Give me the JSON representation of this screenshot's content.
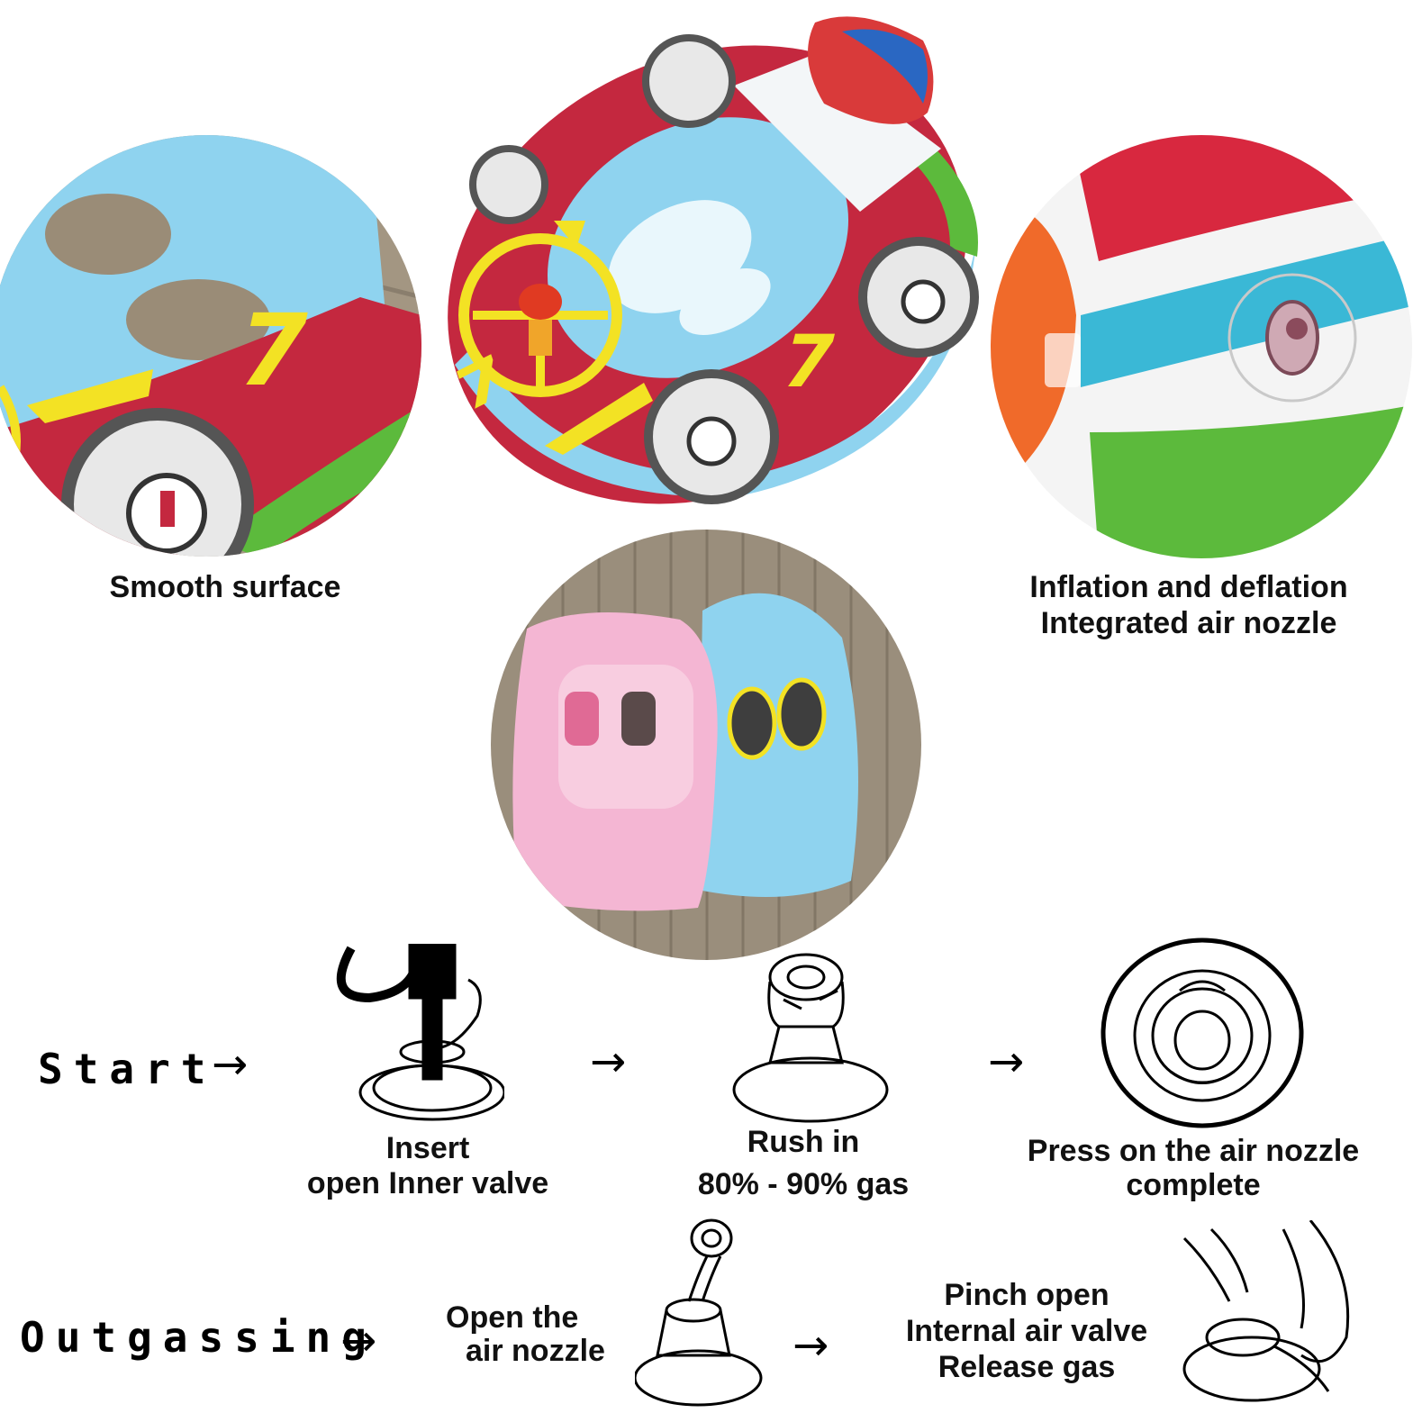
{
  "features": {
    "smooth_surface": "Smooth surface",
    "nozzle_line1": "Inflation and deflation",
    "nozzle_line2": "Integrated air nozzle"
  },
  "car_number": "7",
  "inflate": {
    "start_label": "Start",
    "step1_line1": "Insert",
    "step1_line2": "open Inner valve",
    "step2_line1": "Rush in",
    "step2_line2": "80% - 90% gas",
    "step3_line1": "Press on the air nozzle",
    "step3_line2": "complete"
  },
  "deflate": {
    "start_label": "Outgassing",
    "step1_line1": "Open the",
    "step1_line2": "air nozzle",
    "step2_line1": "Pinch open",
    "step2_line2": "Internal air valve",
    "step2_line3": "Release gas"
  },
  "arrow_glyph": "→",
  "colors": {
    "car_red": "#c4283f",
    "float_blue": "#8fd3ef",
    "seat_pink": "#f4b6d3",
    "accent_yellow": "#f3e224",
    "stripe_green": "#5cba3c",
    "wood": "#a39682"
  }
}
